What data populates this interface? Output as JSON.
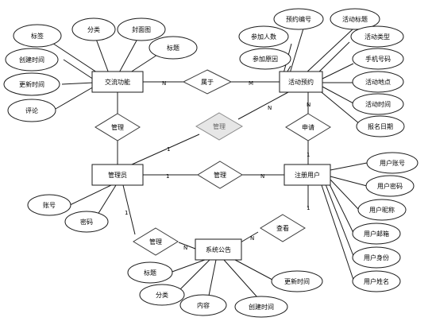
{
  "entities": {
    "jiaoliu": "交流功能",
    "huodong": "活动预约",
    "guanliyuan": "管理员",
    "zhuce": "注册用户",
    "gonggao": "系统公告"
  },
  "relations": {
    "shuyu": "属于",
    "guanli1": "管理",
    "guanli2": "管理",
    "guanli3": "管理",
    "guanli4": "管理",
    "shenqing": "申请",
    "chakan": "查看"
  },
  "attributes": {
    "jiaoliu": [
      "标签",
      "分类",
      "封面图",
      "标题",
      "创建时间",
      "更新时间",
      "评论"
    ],
    "huodong": [
      "预约编号",
      "活动标题",
      "参加人数",
      "活动类型",
      "参加原因",
      "手机号码",
      "活动地点",
      "活动时间",
      "报名日期"
    ],
    "guanliyuan": [
      "账号",
      "密码"
    ],
    "zhuce": [
      "用户账号",
      "用户密码",
      "用户昵称",
      "用户邮箱",
      "用户身份",
      "用户姓名"
    ],
    "gonggao": [
      "标题",
      "分类",
      "内容",
      "创建时间",
      "更新时间"
    ]
  },
  "cardinalities": {
    "jiaoliu_shuyu": "N",
    "shuyu_huodong": "M",
    "guanli_huodong": "N",
    "huodong_shenqing": "N",
    "guanliyuan_guanli": "1",
    "guanliyuan_mid": "1",
    "zhuce_mid": "N",
    "guanliyuan_bottom": "1",
    "gonggao_left": "N",
    "gonggao_right": "N",
    "zhuce_bottom": "1",
    "zhuce_shenqing": "1"
  }
}
